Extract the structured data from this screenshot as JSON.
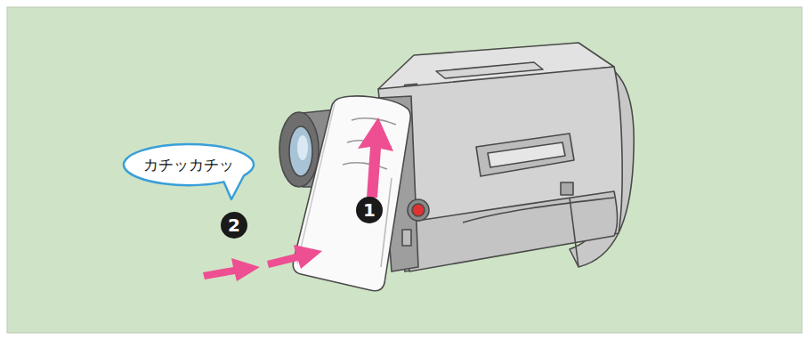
{
  "diagram": {
    "nodes": [
      {
        "text": [
          "カチッカチッ"
        ]
      }
    ],
    "labels": [
      "1",
      "2"
    ]
  }
}
